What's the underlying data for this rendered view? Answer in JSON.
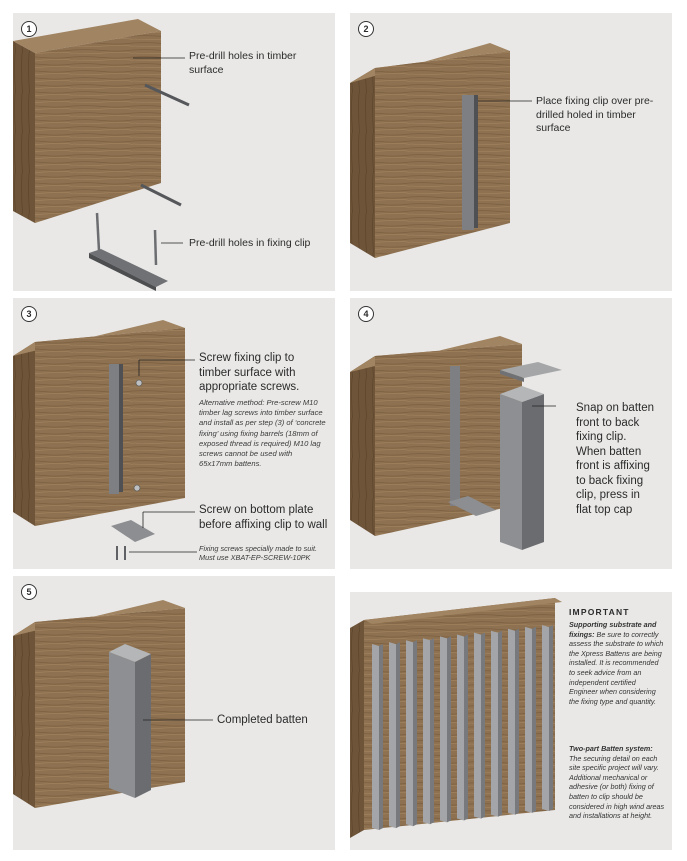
{
  "steps": [
    {
      "number": "1",
      "label_a": "Pre-drill holes in timber surface",
      "label_b": "Pre-drill holes in fixing clip"
    },
    {
      "number": "2",
      "label_a": "Place fixing clip over pre-drilled holed in timber surface"
    },
    {
      "number": "3",
      "label_a": "Screw fixing clip to timber surface with appropriate screws.",
      "alt_method": "Alternative method: Pre-screw M10 timber lag screws into timber surface and install as per step (3) of ‘concrete fixing’ using fixing barrels (18mm of exposed thread is required) M10 lag screws cannot be used with 65x17mm battens.",
      "label_b": "Screw on bottom plate before affixing clip to wall",
      "note": "Fixing screws specially made to suit. Must use XBAT-EP-SCREW-10PK"
    },
    {
      "number": "4",
      "label_a": "Snap on batten front to back fixing clip. When batten front is affixing to back fixing clip, press in flat top cap"
    },
    {
      "number": "5",
      "label_a": "Completed batten"
    }
  ],
  "important": {
    "title": "IMPORTANT",
    "p1_head": "Supporting substrate and fixings:",
    "p1_body": " Be sure to correctly assess the substrate to which the Xpress Battens are being installed. It is recommended to seek advice from an independent certified Engineer when considering the fixing type and quantity.",
    "p2_head": "Two-part Batten system:",
    "p2_body": " The securing detail on each site specific project will vary. Additional mechanical or adhesive (or both) fixing of batten to clip should be considered in high wind areas and installations at height."
  },
  "colors": {
    "panel_bg": "#e9e8e7",
    "wood": "#8c6f4d",
    "metal": "#8f9192"
  }
}
